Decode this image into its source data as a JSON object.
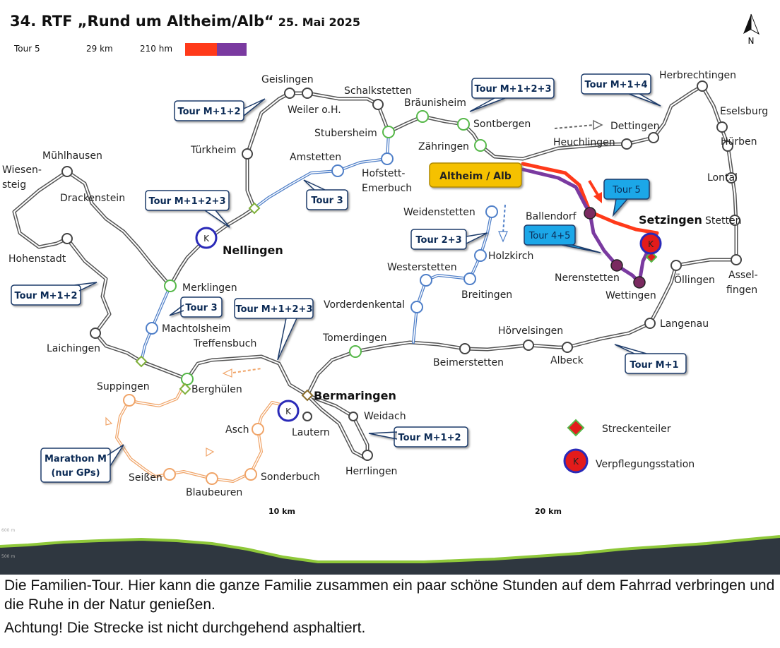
{
  "header": {
    "title": "34. RTF „Rund um Altheim/Alb“",
    "date": "25. Mai 2025"
  },
  "legend_line": {
    "tour": "Tour 5",
    "distance": "29 km",
    "elevation": "210 hm",
    "colors": [
      "#ff3a1a",
      "#7a3aa0"
    ]
  },
  "map": {
    "start": "Altheim / Alb",
    "places": {
      "geislingen": "Geislingen",
      "schalkstetten": "Schalkstetten",
      "weiler": "Weiler o.H.",
      "braeunisheim": "Bräunisheim",
      "stubersheim": "Stubersheim",
      "sontbergen": "Sontbergen",
      "zaehringen": "Zähringen",
      "herbrechtingen": "Herbrechtingen",
      "eselsburg": "Eselsburg",
      "dettingen": "Dettingen",
      "heuchlingen": "Heuchlingen",
      "huerben": "Hürben",
      "muehlhausen": "Mühlhausen",
      "wiesensteig_1": "Wiesen-",
      "wiesensteig_2": "steig",
      "tuerkheim": "Türkheim",
      "amstetten": "Amstetten",
      "hofstett_1": "Hofstett-",
      "hofstett_2": "Emerbuch",
      "drackenstein": "Drackenstein",
      "lontal": "Lontal",
      "weidenstetten": "Weidenstetten",
      "ballendorf": "Ballendorf",
      "setzingen": "Setzingen",
      "stetten": "Stetten",
      "nellingen": "Nellingen",
      "hohenstadt": "Hohenstadt",
      "holzkirch": "Holzkirch",
      "nerenstetten": "Nerenstetten",
      "oellingen": "Öllingen",
      "asselfingen_1": "Assel-",
      "asselfingen_2": "fingen",
      "westerstetten": "Westerstetten",
      "merklingen": "Merklingen",
      "wettingen": "Wettingen",
      "breitingen": "Breitingen",
      "vorderdenkental": "Vorderdenkental",
      "machtolsheim": "Machtolsheim",
      "langenau": "Langenau",
      "laichingen": "Laichingen",
      "hoervelsingen": "Hörvelsingen",
      "treffensbuch": "Treffensbuch",
      "tomerdingen": "Tomerdingen",
      "beimerstetten": "Beimerstetten",
      "albeck": "Albeck",
      "suppingen": "Suppingen",
      "berghuelen": "Berghülen",
      "bermaringen": "Bermaringen",
      "weidach": "Weidach",
      "asch": "Asch",
      "lautern": "Lautern",
      "herrlingen": "Herrlingen",
      "seissen": "Seißen",
      "sonderbuch": "Sonderbuch",
      "blaubeuren": "Blaubeuren"
    },
    "callouts": {
      "c1": "Tour M+1+2",
      "c2": "Tour M+1+2+3",
      "c3": "Tour M+1+4",
      "c4": "Tour M+1+2+3",
      "c5": "Tour 3",
      "c6": "Tour 5",
      "c7": "Tour 2+3",
      "c8": "Tour 4+5",
      "c9": "Tour M+1+2",
      "c10": "Tour 3",
      "c11": "Tour M+1+2+3",
      "c12": "Tour M+1",
      "c13": "Tour M+1+2",
      "marathon_1": "Marathon M",
      "marathon_2": "(nur GPs)"
    },
    "aid_marker": "K",
    "legend": {
      "splitter": "Streckenteiler",
      "aid": "Verpflegungsstation",
      "aid_marker": "K"
    },
    "scale": {
      "km10": "10 km",
      "km20": "20 km"
    },
    "north": "N"
  },
  "profile": {
    "label_top": "600 m",
    "label_bottom": "500 m"
  },
  "description": {
    "p1": "Die Familien-Tour. Hier kann die ganze Familie zusammen ein paar schöne Stunden auf dem Fahrrad verbringen und die Ruhe in der Natur genießen.",
    "p2": "Achtung! Die Strecke ist nicht durchgehend asphaltiert."
  }
}
